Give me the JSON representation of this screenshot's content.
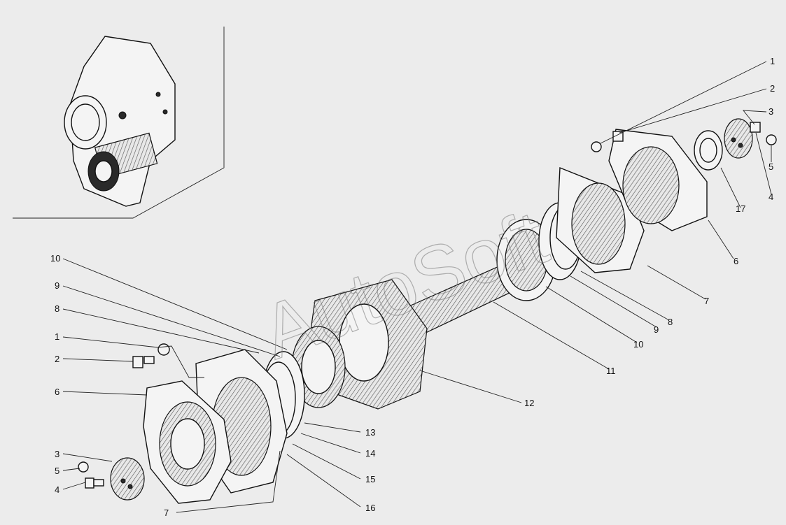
{
  "watermark": "AutoSoft",
  "callouts": [
    {
      "id": "c-r1",
      "text": "1"
    },
    {
      "id": "c-r2",
      "text": "2"
    },
    {
      "id": "c-r3",
      "text": "3"
    },
    {
      "id": "c-r5",
      "text": "5"
    },
    {
      "id": "c-r4",
      "text": "4"
    },
    {
      "id": "c-r17",
      "text": "17"
    },
    {
      "id": "c-r6",
      "text": "6"
    },
    {
      "id": "c-r7",
      "text": "7"
    },
    {
      "id": "c-r8",
      "text": "8"
    },
    {
      "id": "c-r9",
      "text": "9"
    },
    {
      "id": "c-r10",
      "text": "10"
    },
    {
      "id": "c-r11",
      "text": "11"
    },
    {
      "id": "c-r12",
      "text": "12"
    },
    {
      "id": "c-l10",
      "text": "10"
    },
    {
      "id": "c-l9",
      "text": "9"
    },
    {
      "id": "c-l8",
      "text": "8"
    },
    {
      "id": "c-l1",
      "text": "1"
    },
    {
      "id": "c-l2",
      "text": "2"
    },
    {
      "id": "c-l6",
      "text": "6"
    },
    {
      "id": "c-l3",
      "text": "3"
    },
    {
      "id": "c-l5",
      "text": "5"
    },
    {
      "id": "c-l4",
      "text": "4"
    },
    {
      "id": "c-l7",
      "text": "7"
    },
    {
      "id": "c-13",
      "text": "13"
    },
    {
      "id": "c-14",
      "text": "14"
    },
    {
      "id": "c-15",
      "text": "15"
    },
    {
      "id": "c-16",
      "text": "16"
    }
  ]
}
